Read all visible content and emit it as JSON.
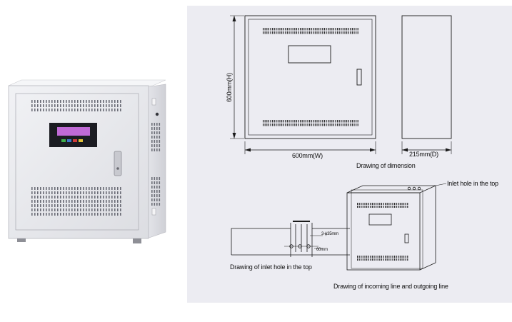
{
  "labels": {
    "height": "600mm(H)",
    "width": "600mm(W)",
    "depth": "215mm(D)",
    "drawing_dimension": "Drawing of dimension",
    "inlet_hole_top": "Inlet hole in the top",
    "drawing_inlet_hole": "Drawing of inlet hole in the top",
    "drawing_incoming_outgoing": "Drawing of incoming line and outgoing line",
    "hole_size": "3-ϕ35mm",
    "hole_spacing": "60mm"
  },
  "colors": {
    "drawing_background": "#ececf2",
    "cabinet_body": "#e9eaee",
    "display_screen": "#c06ad6"
  }
}
